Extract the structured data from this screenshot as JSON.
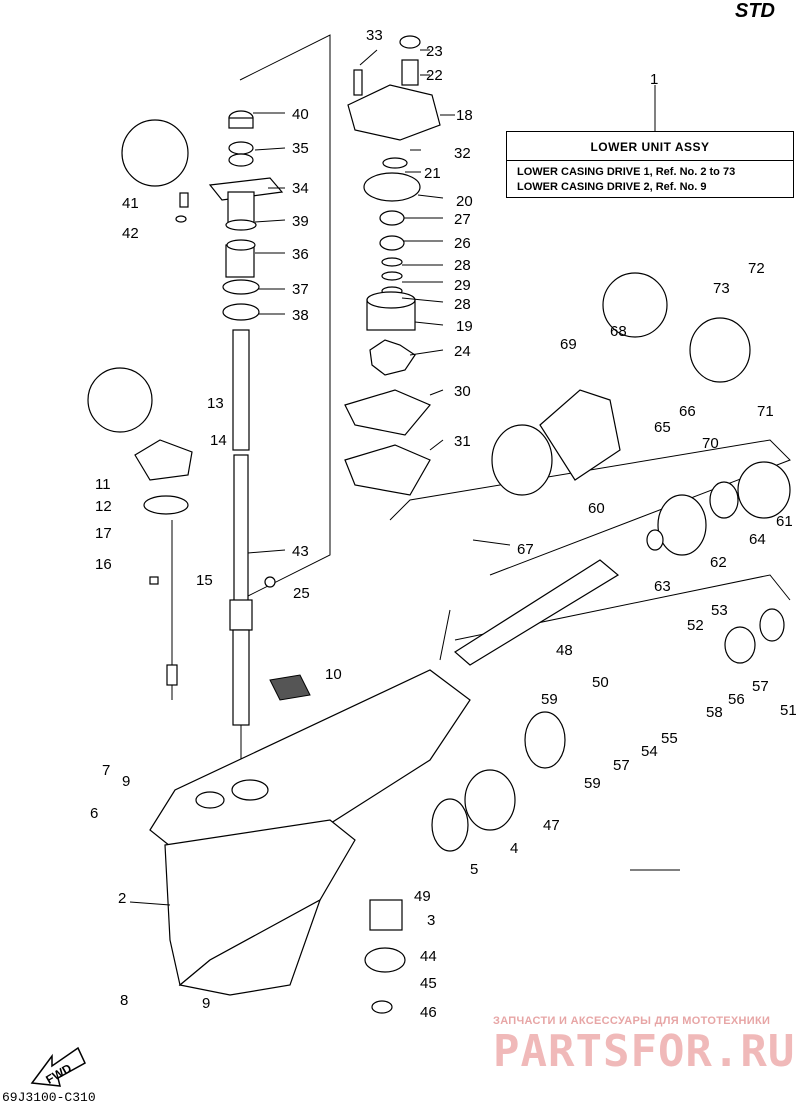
{
  "header": {
    "std": "STD"
  },
  "assy_box": {
    "ref": "1",
    "title": "LOWER  UNIT ASSY",
    "line1": "LOWER CASING DRIVE 1, Ref. No. 2 to 73",
    "line2": "LOWER CASING DRIVE 2, Ref. No. 9"
  },
  "diagram_code": "69J3100-C310",
  "fwd_label": "FWD",
  "watermark": {
    "tagline": "ЗАПЧАСТИ И АКСЕССУАРЫ ДЛЯ МОТОТЕХНИКИ",
    "brand": "PARTSFOR.RU"
  },
  "callouts": [
    "1",
    "2",
    "3",
    "4",
    "5",
    "6",
    "7",
    "8",
    "9",
    "9",
    "10",
    "11",
    "12",
    "13",
    "14",
    "15",
    "16",
    "17",
    "18",
    "19",
    "20",
    "21",
    "22",
    "23",
    "24",
    "25",
    "26",
    "27",
    "28",
    "28",
    "29",
    "30",
    "31",
    "32",
    "33",
    "34",
    "35",
    "36",
    "37",
    "38",
    "39",
    "40",
    "41",
    "42",
    "43",
    "44",
    "45",
    "46",
    "47",
    "48",
    "49",
    "50",
    "51",
    "52",
    "53",
    "54",
    "55",
    "56",
    "57",
    "57",
    "58",
    "59",
    "59",
    "60",
    "61",
    "62",
    "63",
    "64",
    "65",
    "66",
    "67",
    "68",
    "69",
    "70",
    "71",
    "72",
    "73"
  ],
  "colors": {
    "line": "#000000",
    "watermark": "#f0b9b9",
    "background": "#ffffff"
  }
}
